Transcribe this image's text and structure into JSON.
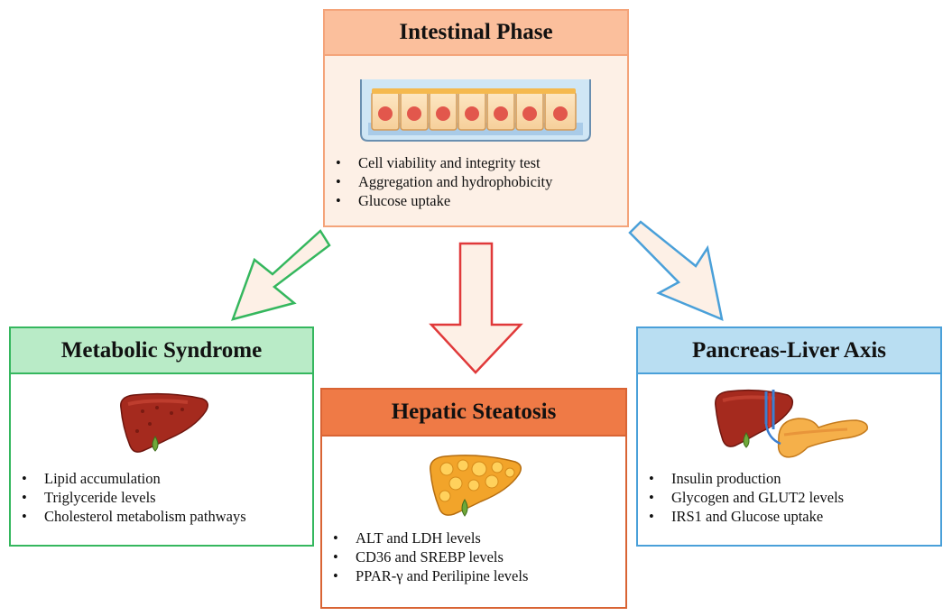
{
  "intestinal": {
    "title": "Intestinal Phase",
    "items": [
      "Cell viability and integrity test",
      "Aggregation and hydrophobicity",
      "Glucose uptake"
    ],
    "icon": "intestinal-cell-monolayer-icon",
    "color": "#f4a47a"
  },
  "metabolic": {
    "title": "Metabolic Syndrome",
    "items": [
      "Lipid accumulation",
      "Triglyceride levels",
      "Cholesterol metabolism pathways"
    ],
    "icon": "liver-icon",
    "color": "#35b75e"
  },
  "hepatic": {
    "title": "Hepatic Steatosis",
    "items": [
      "ALT and LDH levels",
      "CD36 and SREBP levels",
      "PPAR-γ and Perilipine levels"
    ],
    "icon": "fatty-liver-icon",
    "color": "#d96434"
  },
  "pancreas": {
    "title": "Pancreas-Liver Axis",
    "items": [
      "Insulin production",
      "Glycogen and GLUT2 levels",
      "IRS1 and Glucose uptake"
    ],
    "icon": "liver-pancreas-icon",
    "color": "#4aa0d9"
  }
}
